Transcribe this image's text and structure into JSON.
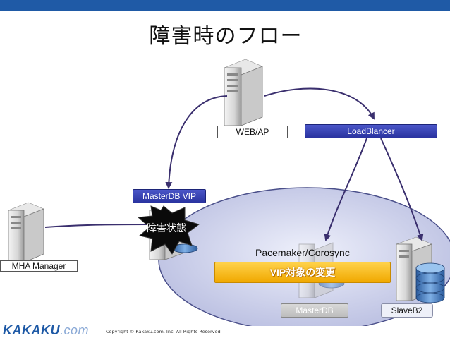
{
  "title": "障害時のフロー",
  "nodes": {
    "web_ap": "WEB/AP",
    "load_balancer": "LoadBlancer",
    "masterdb_vip": "MasterDB VIP",
    "mha_manager": "MHA Manager",
    "pacemaker": "Pacemaker/Corosync",
    "vip_change": "VIP対象の変更",
    "masterdb": "MasterDB",
    "slaveb2": "SlaveB2",
    "failure_state": "障害状態"
  },
  "footer": {
    "logo_main": "KAKAKU",
    "logo_suffix": ".com",
    "copyright": "Copyright © Kakaku.com, Inc. All Rights Reserved."
  },
  "colors": {
    "accent_blue": "#1f5aa6",
    "cluster_fill": "#c9cde8",
    "vip_bar": "#f0a800",
    "label_blue": "#2a33a0"
  }
}
